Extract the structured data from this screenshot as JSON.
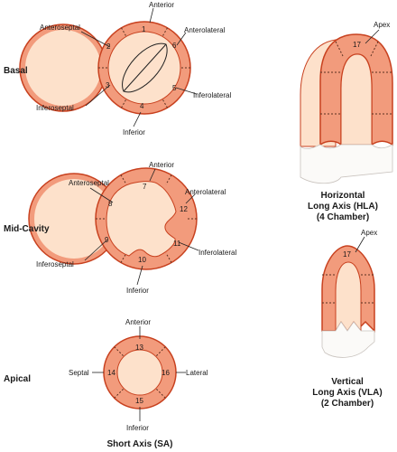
{
  "colors": {
    "myocardium": "#f29b7c",
    "cavity": "#fde1cb",
    "outline": "#c8411f",
    "lead": "#222222",
    "dashes": "#5a3020"
  },
  "rows": {
    "basal": "Basal",
    "mid": "Mid-Cavity",
    "apical": "Apical"
  },
  "basal": {
    "anterior": "Anterior",
    "anteroseptal": "Anteroseptal",
    "anterolateral": "Anterolateral",
    "inferoseptal": "Inferoseptal",
    "inferolateral": "Inferolateral",
    "inferior": "Inferior",
    "seg1": "1",
    "seg2": "2",
    "seg3": "3",
    "seg4": "4",
    "seg5": "5",
    "seg6": "6"
  },
  "mid": {
    "anterior": "Anterior",
    "anteroseptal": "Anteroseptal",
    "anterolateral": "Anterolateral",
    "inferoseptal": "Inferoseptal",
    "inferolateral": "Inferolateral",
    "inferior": "Inferior",
    "seg7": "7",
    "seg8": "8",
    "seg9": "9",
    "seg10": "10",
    "seg11": "11",
    "seg12": "12"
  },
  "apical": {
    "anterior": "Anterior",
    "septal": "Septal",
    "lateral": "Lateral",
    "inferior": "Inferior",
    "seg13": "13",
    "seg14": "14",
    "seg15": "15",
    "seg16": "16"
  },
  "hla": {
    "apex": "Apex",
    "seg17": "17",
    "caption_line1": "Horizontal",
    "caption_line2": "Long Axis (HLA)",
    "caption_line3": "(4 Chamber)"
  },
  "vla": {
    "apex": "Apex",
    "seg17": "17",
    "caption_line1": "Vertical",
    "caption_line2": "Long Axis (VLA)",
    "caption_line3": "(2 Chamber)"
  },
  "sa_caption": "Short Axis (SA)"
}
